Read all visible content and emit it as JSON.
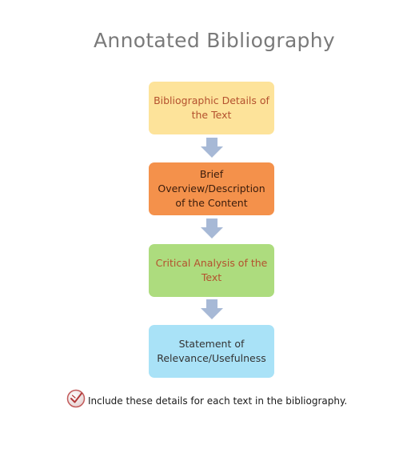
{
  "title": "Annotated Bibliography",
  "steps": [
    {
      "label": "Bibliographic Details of the Text",
      "color": "#fde39a"
    },
    {
      "label": "Brief Overview/Description of the Content",
      "color": "#f4914b"
    },
    {
      "label": "Critical Analysis of the Text",
      "color": "#addc7e"
    },
    {
      "label": "Statement of Relevance/Usefulness",
      "color": "#a9e2f7"
    }
  ],
  "arrow_color": "#a7b9d6",
  "note": {
    "icon": "checkmark-badge-icon",
    "text": "Include these details for each text in the bibliography."
  }
}
